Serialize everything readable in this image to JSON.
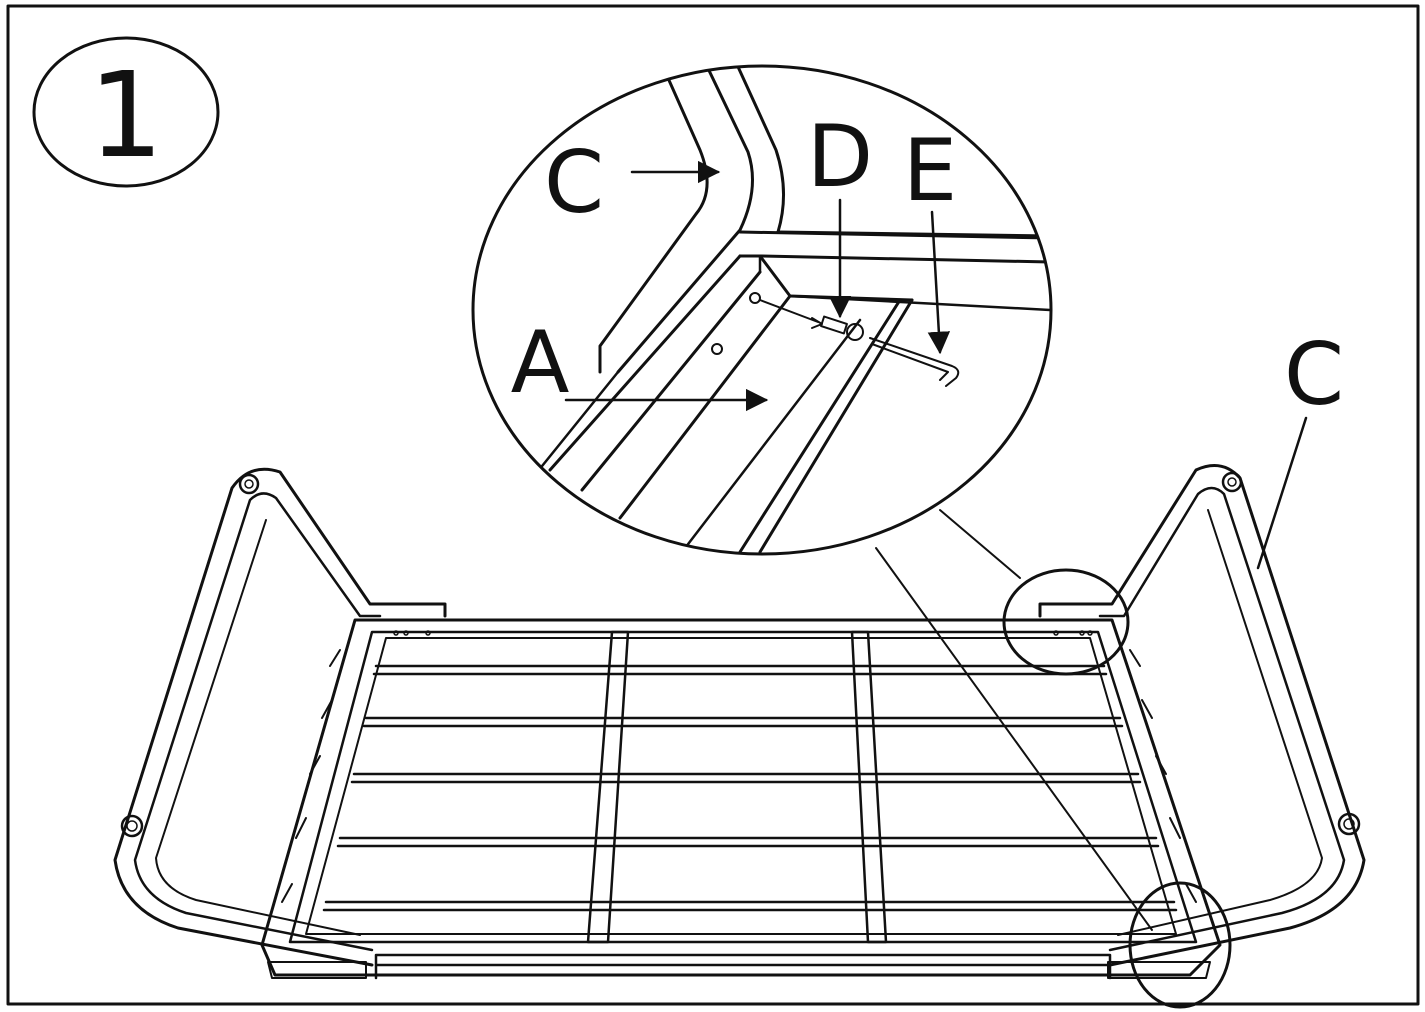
{
  "step": {
    "number": "1"
  },
  "labels": {
    "A": "A",
    "C": "C",
    "D": "D",
    "E": "E"
  },
  "colors": {
    "line": "#111111",
    "background": "#ffffff"
  }
}
